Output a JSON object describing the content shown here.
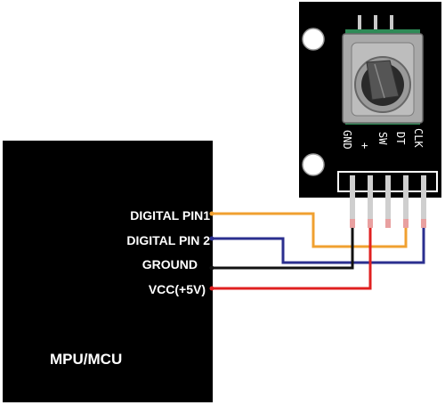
{
  "mcu": {
    "title": "MPU/MCU",
    "pins": {
      "digital_pin_1": "DIGITAL PIN1",
      "digital_pin_2": "DIGITAL PIN 2",
      "ground": "GROUND",
      "vcc": "VCC(+5V)"
    }
  },
  "encoder": {
    "pin_labels": [
      "GND",
      "+",
      "SW",
      "DT",
      "CLK"
    ]
  },
  "wire_colors": {
    "digital_pin_1": "#f0a030",
    "digital_pin_2": "#2b2f8f",
    "ground": "#111111",
    "vcc": "#e02020"
  }
}
